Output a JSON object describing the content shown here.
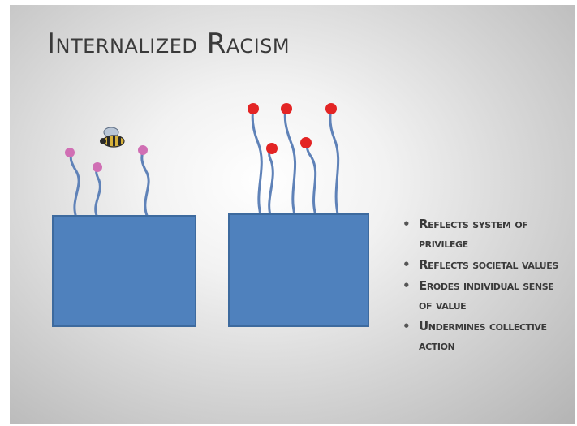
{
  "slide": {
    "title": "Internalized Racism",
    "bullets": [
      "Reflects system of privilege",
      "Reflects societal values",
      "Erodes individual sense of value",
      "Undermines collective action"
    ]
  },
  "figure": {
    "left_group": {
      "block_color": "#4f81bd",
      "stem_color": "#5f82b8",
      "head_color": "#d06fb4",
      "icon": "bee-icon"
    },
    "right_group": {
      "block_color": "#4f81bd",
      "stem_color": "#5f82b8",
      "head_color": "#e32424"
    }
  }
}
